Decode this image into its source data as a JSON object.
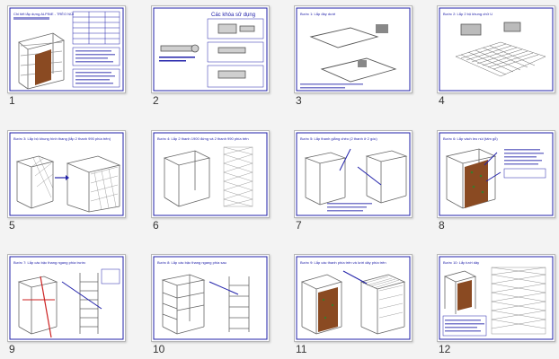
{
  "window": {
    "background": "#f3f3f3"
  },
  "slides": [
    {
      "number": "1",
      "title": "Chi tiết lắp dựng ALPINE - TRÈO NÚI",
      "shows_ruler": false
    },
    {
      "number": "2",
      "title": "Các khóa sử dụng"
    },
    {
      "number": "3",
      "title": "Bước 1: Lắp đáy dưới"
    },
    {
      "number": "4",
      "title": "Bước 2: Lắp 2 bộ khung chữ U"
    },
    {
      "number": "5",
      "title": "Bước 3: Lắp bộ khung hình thang (lắp 2 thanh 990 phía trên)"
    },
    {
      "number": "6",
      "title": "Bước 4: Lắp 2 thanh 1900 đứng và 2 thanh 990 phía trên"
    },
    {
      "number": "7",
      "title": "Bước 5: Lắp thanh giằng chéo (2 thanh ở 2 góc)"
    },
    {
      "number": "8",
      "title": "Bước 6: Lắp vách leo núi (tấm gỗ)"
    },
    {
      "number": "9",
      "title": "Bước 7: Lắp các bậc thang ngang phía trước"
    },
    {
      "number": "10",
      "title": "Bước 8: Lắp các bậc thang ngang phía sau"
    },
    {
      "number": "11",
      "title": "Bước 9: Lắp các thanh phía trên và lưới dây phía trên"
    },
    {
      "number": "12",
      "title": "Bước 10: Lắp lưới dây"
    }
  ],
  "colors": {
    "frame": "#2222aa",
    "line": "#666666",
    "wood": "#8a4a22",
    "net": "#6b6b6b",
    "accent_red": "#cc2222"
  }
}
